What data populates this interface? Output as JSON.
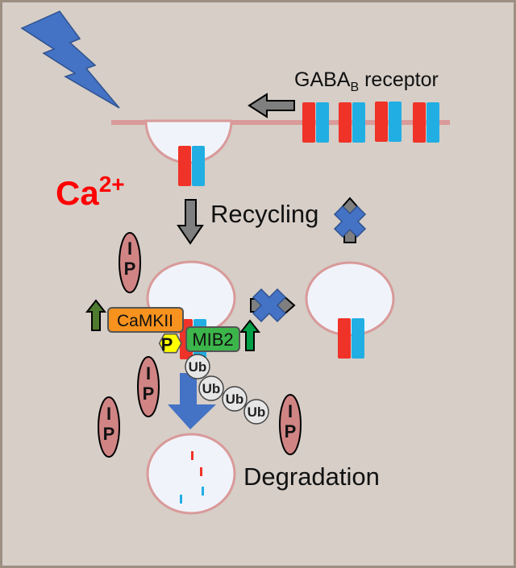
{
  "labels": {
    "receptor_main": "GABA",
    "receptor_sub": "B",
    "receptor_rest": " receptor",
    "ca_main": "Ca",
    "ca_sup": "2+",
    "recycling": "Recycling",
    "degradation": "Degradation",
    "camkii": "CaMKII",
    "mib2": "MIB2",
    "phospho": "P",
    "ubiquitin": [
      "Ub",
      "Ub",
      "Ub",
      "Ub"
    ],
    "ip_top": "I",
    "ip_bottom": "P"
  },
  "icons": {
    "stimulus": "lightning-bolt-icon",
    "blocked": "x-mark-icon",
    "increase": "up-arrow-icon"
  },
  "colors": {
    "background": "#d6cec7",
    "membrane": "#d99a9a",
    "vesicle_fill": "#f0f4fa",
    "subunit_red": "#ef3328",
    "subunit_blue": "#21aee3",
    "bolt_blue": "#4472c4",
    "arrow_gray": "#7f7f7f",
    "ca_red": "#ff0000",
    "camkii_orange": "#f7921e",
    "mib2_green": "#3cb54a",
    "phospho_yellow": "#ffff00",
    "ip_pink": "#d08484",
    "up_green_dark": "#4f7b30",
    "up_green": "#00a046",
    "ub_gray": "#e6e6e6"
  }
}
